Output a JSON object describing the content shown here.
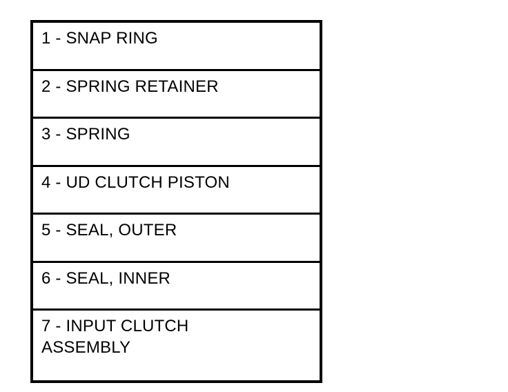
{
  "legend": {
    "items": [
      "1 - SNAP RING",
      "2 - SPRING RETAINER",
      "3 - SPRING",
      "4 - UD CLUTCH PISTON",
      "5 - SEAL, OUTER",
      "6 - SEAL, INNER",
      "7 - INPUT CLUTCH\nASSEMBLY"
    ]
  }
}
